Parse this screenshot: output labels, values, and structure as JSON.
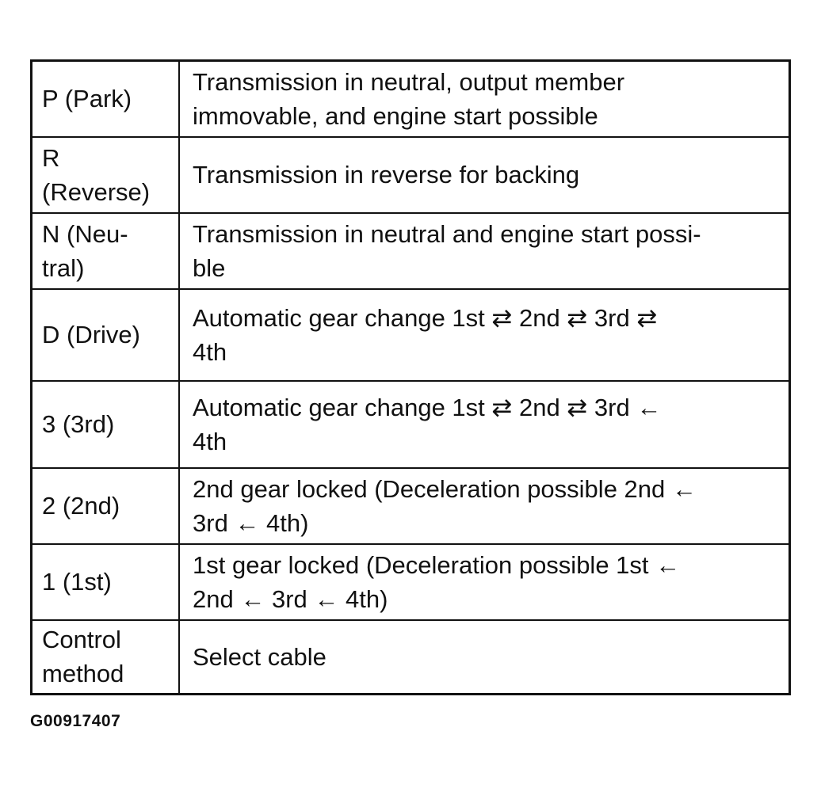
{
  "rows": [
    {
      "position": "P (Park)",
      "description": "Transmission in neutral, output member\nimmovable, and engine start possible"
    },
    {
      "position": "R\n(Reverse)",
      "description": "Transmission in reverse for backing"
    },
    {
      "position": "N (Neu-\ntral)",
      "description": "Transmission in neutral and engine start possi-\nble"
    },
    {
      "position": "D (Drive)",
      "description": "Automatic gear change 1st ⇄ 2nd ⇄ 3rd ⇄\n4th"
    },
    {
      "position": "3 (3rd)",
      "description": "Automatic gear change 1st ⇄ 2nd ⇄ 3rd ←\n4th"
    },
    {
      "position": "2 (2nd)",
      "description": "2nd gear locked (Deceleration possible 2nd ←\n3rd ← 4th)"
    },
    {
      "position": "1 (1st)",
      "description": "1st gear locked (Deceleration possible 1st ←\n2nd ← 3rd ← 4th)"
    },
    {
      "position": "Control\nmethod",
      "description": "Select cable"
    }
  ],
  "figure_id": "G00917407"
}
